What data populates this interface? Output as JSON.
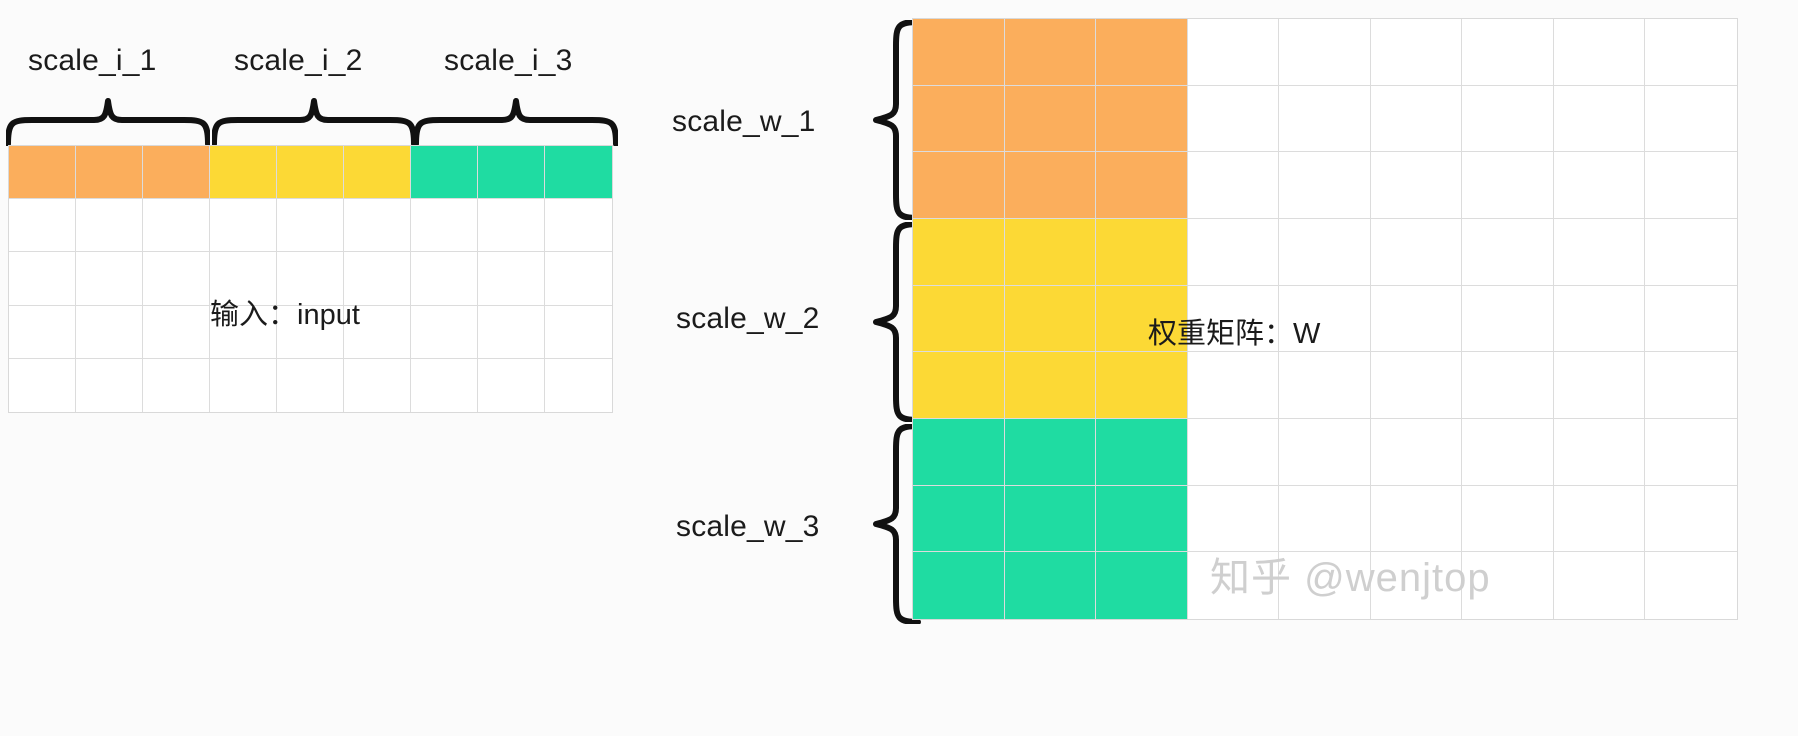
{
  "diagram": {
    "title_left": "输入：input",
    "title_right": "权重矩阵：W",
    "watermark": "知乎 @wenjtop",
    "colors": {
      "orange": "#fbae5c",
      "yellow": "#fcd935",
      "green": "#1fdca2",
      "grid_line": "#dcdcdc",
      "background": "#fbfbfb",
      "text": "#1b1b1b",
      "watermark": "#cfcfcf"
    },
    "input_matrix": {
      "name": "input",
      "caption": "输入：input",
      "columns": 9,
      "rows": 5,
      "highlighted_row_index": 0,
      "column_groups": [
        {
          "label": "scale_i_1",
          "columns": [
            0,
            1,
            2
          ],
          "color": "#fbae5c"
        },
        {
          "label": "scale_i_2",
          "columns": [
            3,
            4,
            5
          ],
          "color": "#fcd935"
        },
        {
          "label": "scale_i_3",
          "columns": [
            6,
            7,
            8
          ],
          "color": "#1fdca2"
        }
      ]
    },
    "weight_matrix": {
      "name": "W",
      "caption": "权重矩阵：W",
      "columns": 9,
      "rows": 9,
      "highlighted_columns": [
        0,
        1,
        2
      ],
      "row_groups": [
        {
          "label": "scale_w_1",
          "rows": [
            0,
            1,
            2
          ],
          "color": "#fbae5c"
        },
        {
          "label": "scale_w_2",
          "rows": [
            3,
            4,
            5
          ],
          "color": "#fcd935"
        },
        {
          "label": "scale_w_3",
          "rows": [
            6,
            7,
            8
          ],
          "color": "#1fdca2"
        }
      ]
    },
    "brace_labels": {
      "i1": "scale_i_1",
      "i2": "scale_i_2",
      "i3": "scale_i_3",
      "w1": "scale_w_1",
      "w2": "scale_w_2",
      "w3": "scale_w_3"
    }
  }
}
